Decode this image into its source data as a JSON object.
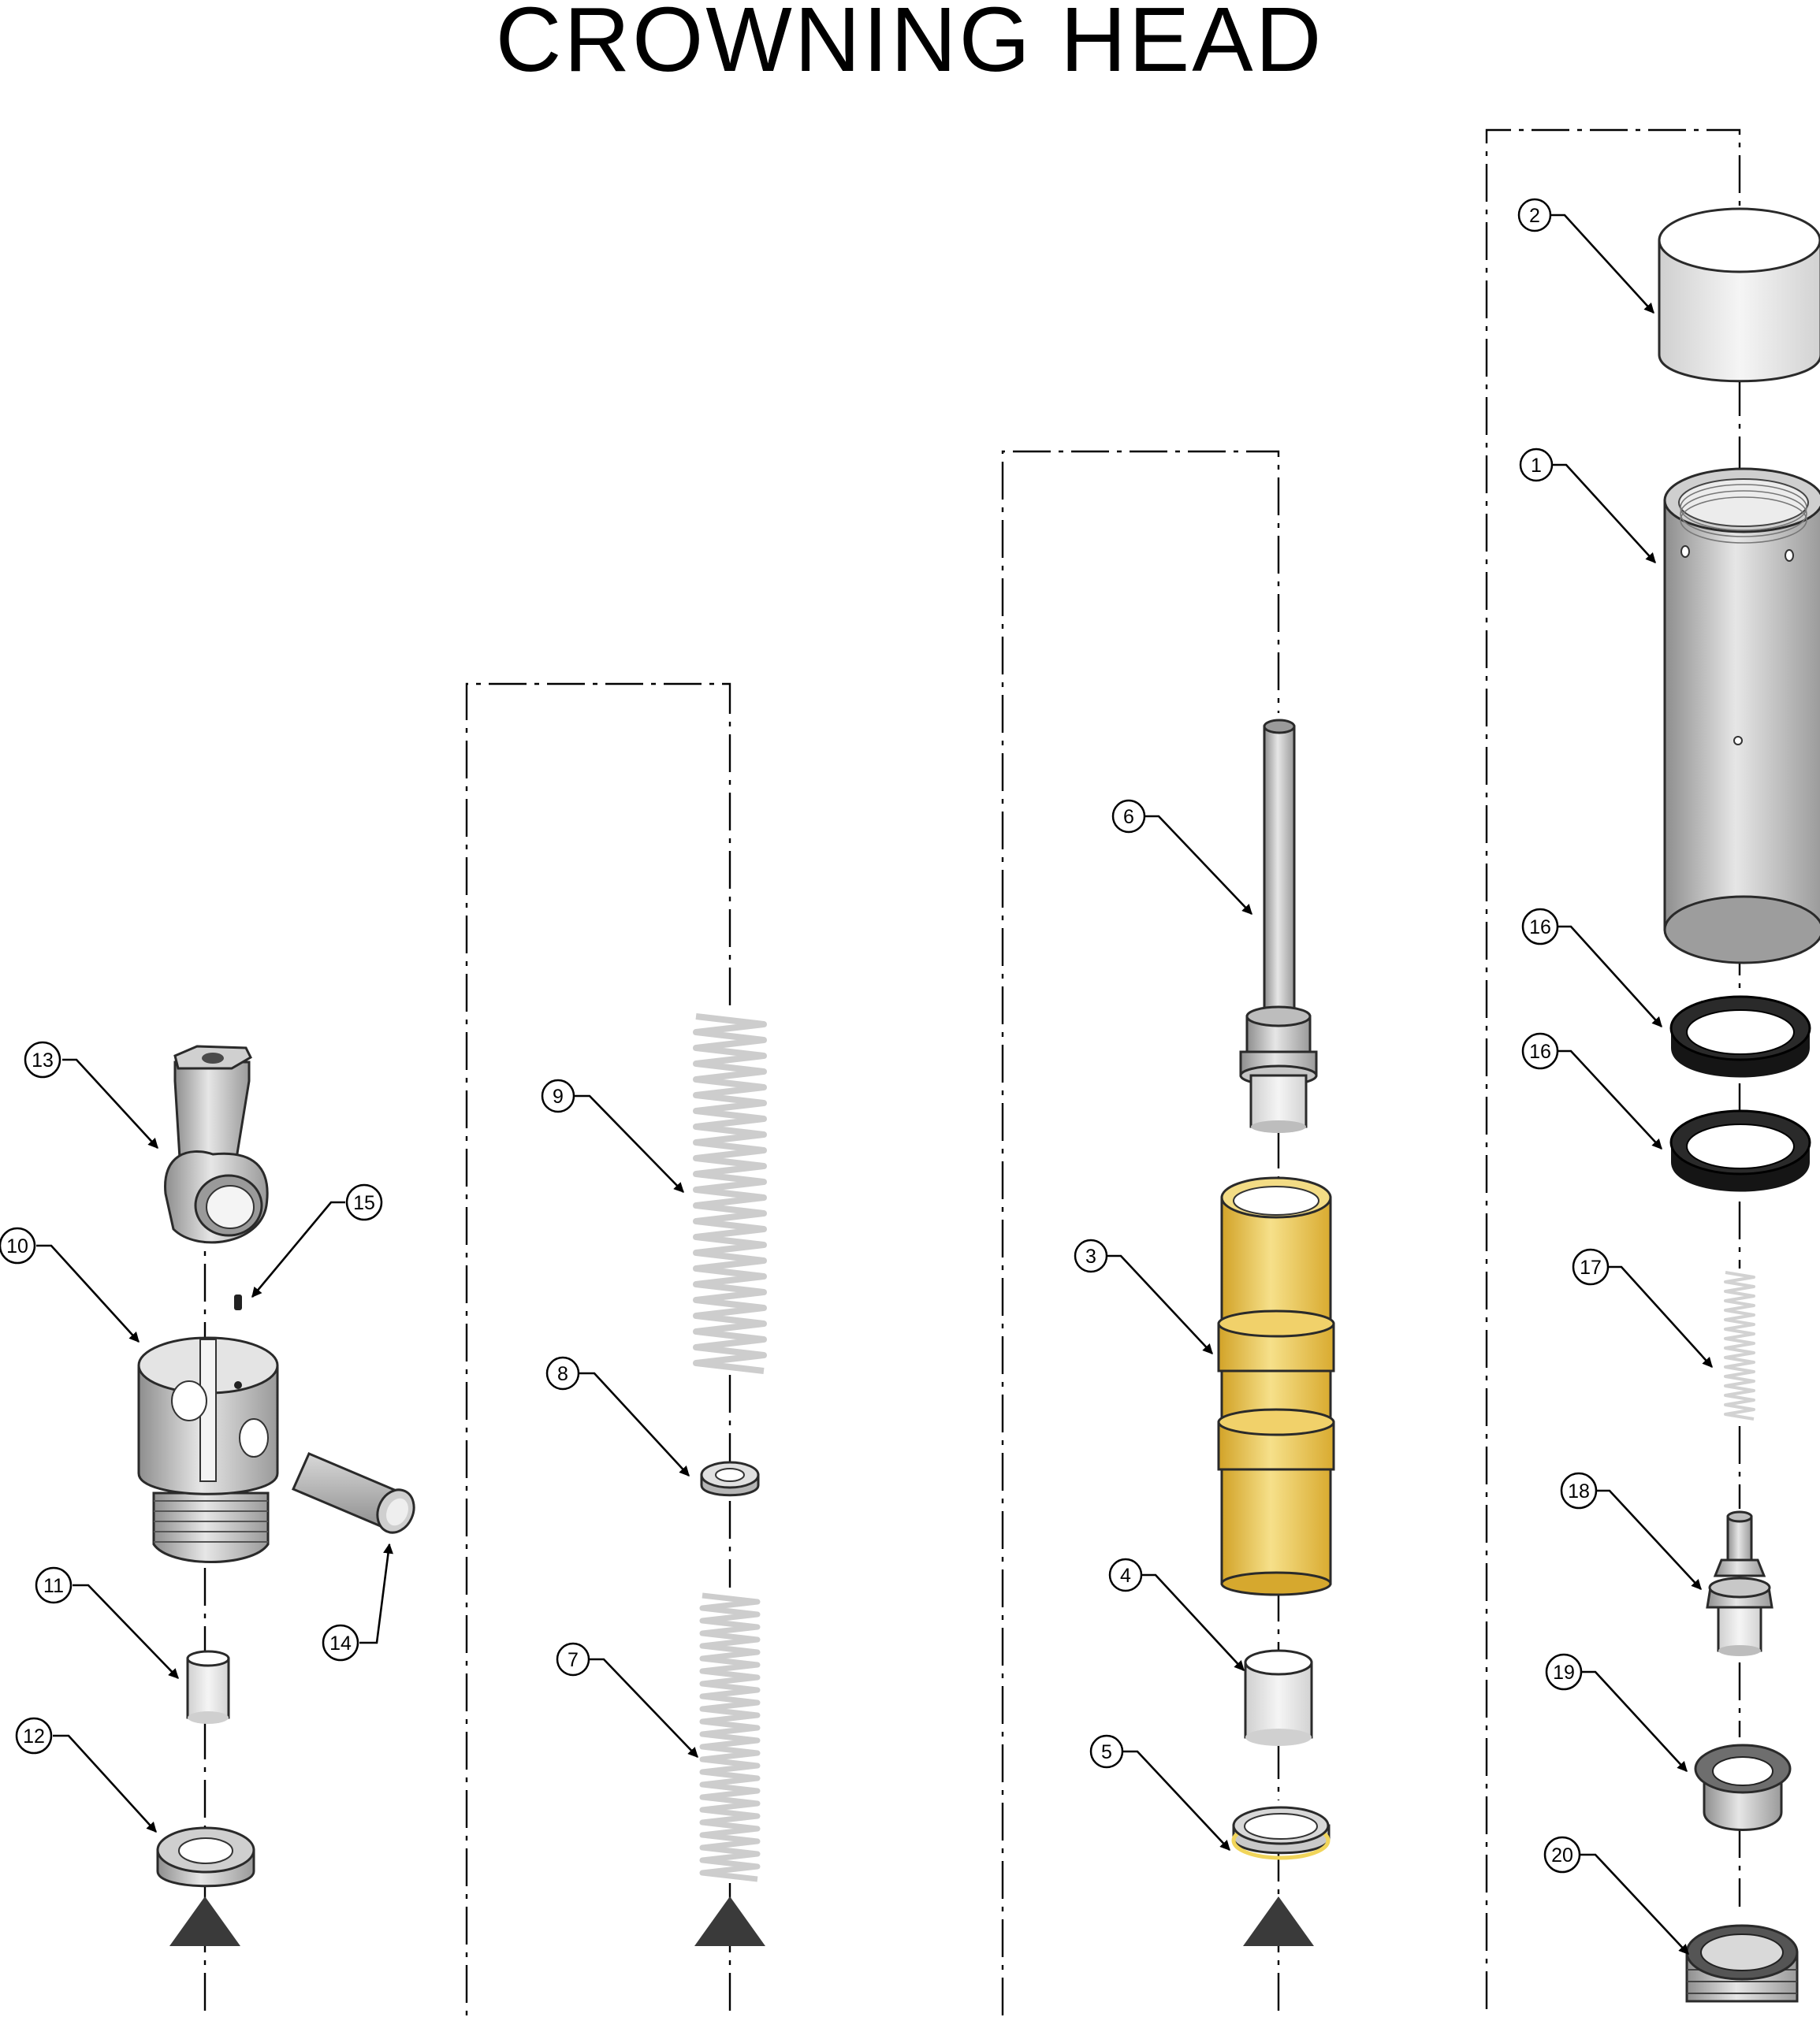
{
  "title": "CROWNING HEAD",
  "callouts": [
    "1",
    "2",
    "3",
    "4",
    "5",
    "6",
    "7",
    "8",
    "9",
    "10",
    "11",
    "12",
    "13",
    "14",
    "15",
    "16",
    "16",
    "17",
    "18",
    "19",
    "20"
  ],
  "colors": {
    "line": "#000000",
    "steel": "#b8b8b8",
    "brass": "#e2b93c",
    "rubber": "#1c1c1c",
    "spring": "#cfcfcf",
    "background": "#ffffff"
  }
}
